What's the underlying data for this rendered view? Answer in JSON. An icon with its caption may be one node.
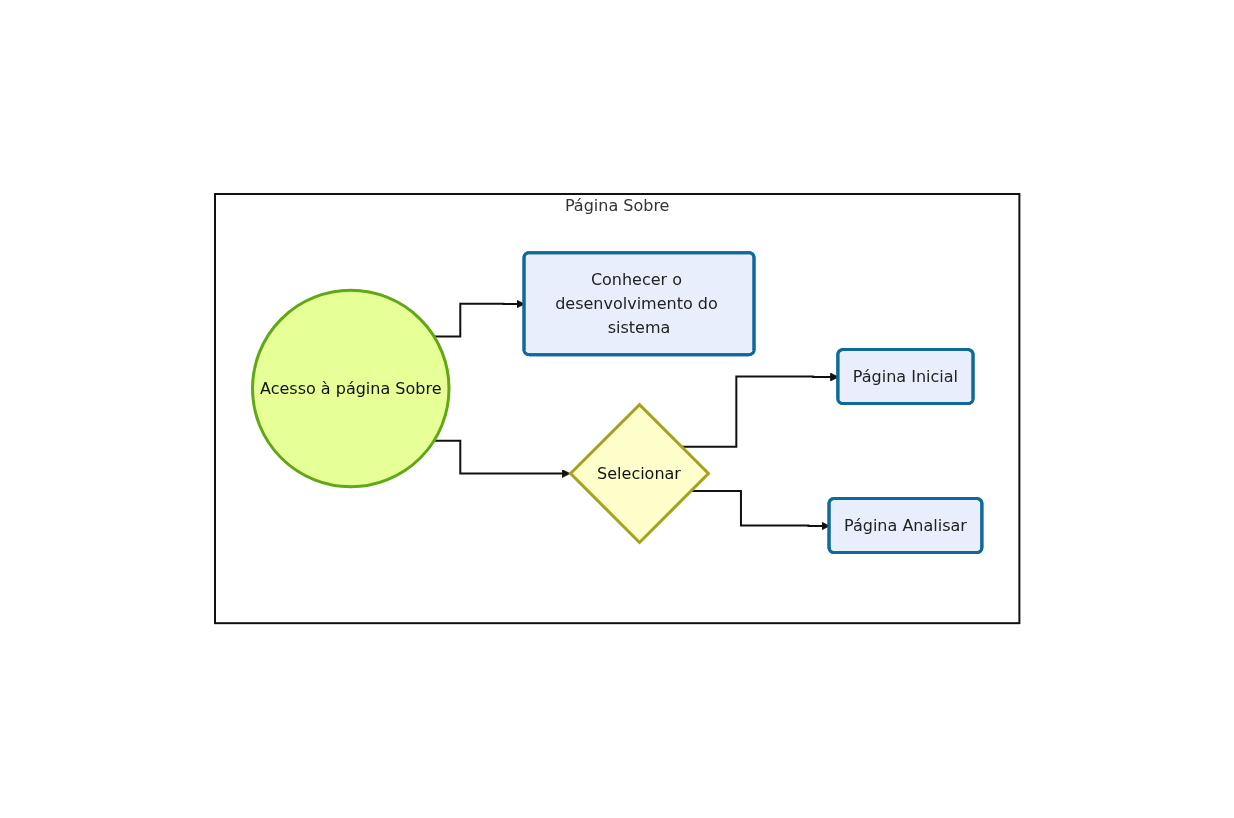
{
  "diagram": {
    "nodes": [
      {
        "text": [
          "Página Sobre"
        ]
      },
      {
        "text": [
          "Acesso à página Sobre"
        ],
        "in": 0
      },
      {
        "text": [
          "Conhecer o desenvolvimento do sistema"
        ],
        "in": 0
      },
      {
        "text": [
          "Selecionar"
        ],
        "in": 0
      },
      {
        "text": [
          "Página Inicial"
        ],
        "in": 0
      },
      {
        "text": [
          "Página Analisar"
        ],
        "in": 0
      }
    ],
    "edges": [
      {
        "from": 1,
        "to": 2,
        "arrow": "to"
      },
      {
        "from": 1,
        "to": 3,
        "arrow": "to"
      },
      {
        "from": 3,
        "to": 4,
        "arrow": "to"
      },
      {
        "from": 3,
        "to": 5,
        "arrow": "to"
      }
    ]
  }
}
